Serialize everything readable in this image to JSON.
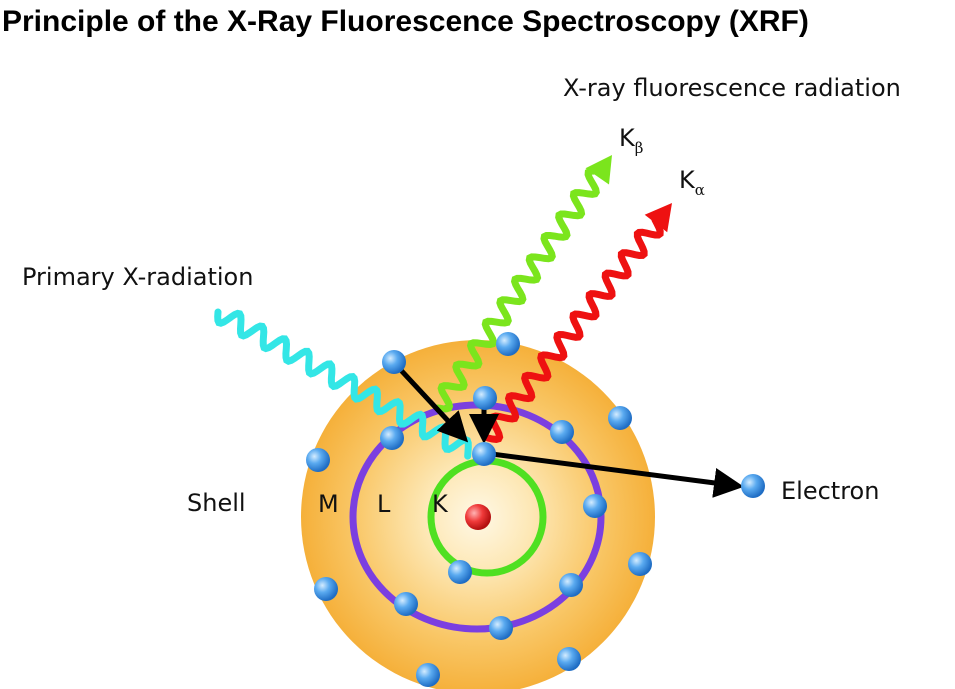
{
  "title": "Principle of the X-Ray Fluorescence Spectroscopy (XRF)",
  "labels": {
    "fluorescence": "X-ray fluorescence radiation",
    "primary": "Primary X-radiation",
    "shell": "Shell",
    "electron": "Electron",
    "shell_m": "M",
    "shell_l": "L",
    "shell_k": "K"
  },
  "lines": {
    "k_beta": {
      "base": "K",
      "sub": "β"
    },
    "k_alpha": {
      "base": "K",
      "sub": "α"
    }
  },
  "colors": {
    "atom_outer": "#f7b543",
    "atom_inner": "#fff5dc",
    "shell_l_ring": "#7b3fe0",
    "shell_k_ring": "#4fe021",
    "nucleus": "#e02020",
    "electron": "#4aa1e8",
    "primary_wave": "#33e6e6",
    "k_beta_wave": "#7be51d",
    "k_alpha_wave": "#ee1111",
    "arrow": "#000000"
  }
}
